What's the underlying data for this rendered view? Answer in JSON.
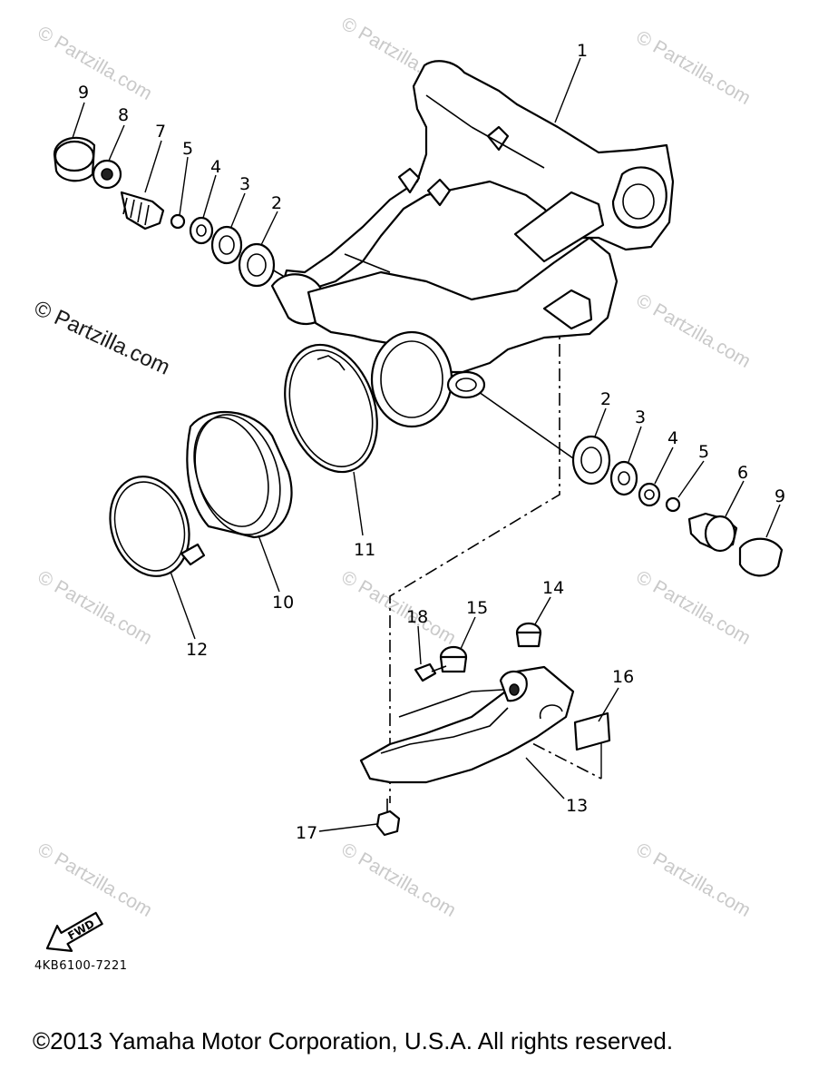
{
  "watermark": {
    "text": "Partzilla.com",
    "copyright_symbol": "©"
  },
  "callouts": [
    "1",
    "2",
    "3",
    "4",
    "5",
    "6",
    "7",
    "8",
    "9",
    "10",
    "11",
    "12",
    "13",
    "14",
    "15",
    "16",
    "17",
    "18"
  ],
  "fwd_arrow": {
    "label": "FWD"
  },
  "diagram_code": "4KB6100-7221",
  "copyright": "©2013 Yamaha Motor Corporation, U.S.A. All rights reserved.",
  "colors": {
    "ink": "#000000",
    "watermark": "#c9c9c9",
    "background": "#ffffff"
  }
}
